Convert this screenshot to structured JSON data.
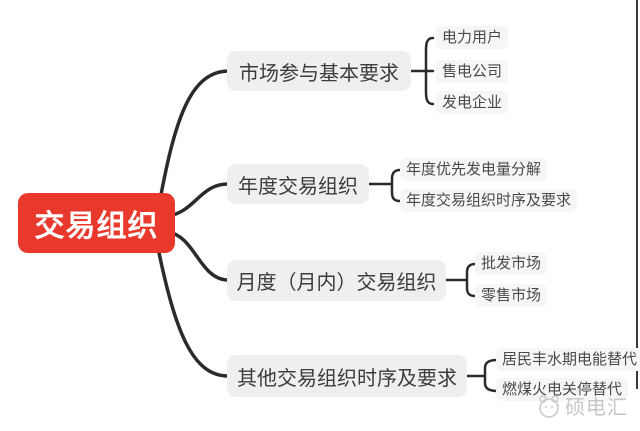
{
  "root": {
    "label": "交易组织"
  },
  "branches": [
    {
      "label": "市场参与基本要求",
      "children": [
        "电力用户",
        "售电公司",
        "发电企业"
      ]
    },
    {
      "label": "年度交易组织",
      "children": [
        "年度优先发电量分解",
        "年度交易组织时序及要求"
      ]
    },
    {
      "label": "月度（月内）交易组织",
      "children": [
        "批发市场",
        "零售市场"
      ]
    },
    {
      "label": "其他交易组织时序及要求",
      "children": [
        "居民丰水期电能替代",
        "燃煤火电关停替代"
      ]
    }
  ],
  "watermark": {
    "label": "硕电汇"
  },
  "colors": {
    "root_bg": "#e9392d",
    "root_text": "#ffffff",
    "branch_bg": "#efefef",
    "branch_text": "#3c3c3c",
    "leaf_bg": "#f6f6f6",
    "leaf_text": "#4a4a4a",
    "line": "#2b2b2b",
    "watermark": "#c6c6c6"
  }
}
